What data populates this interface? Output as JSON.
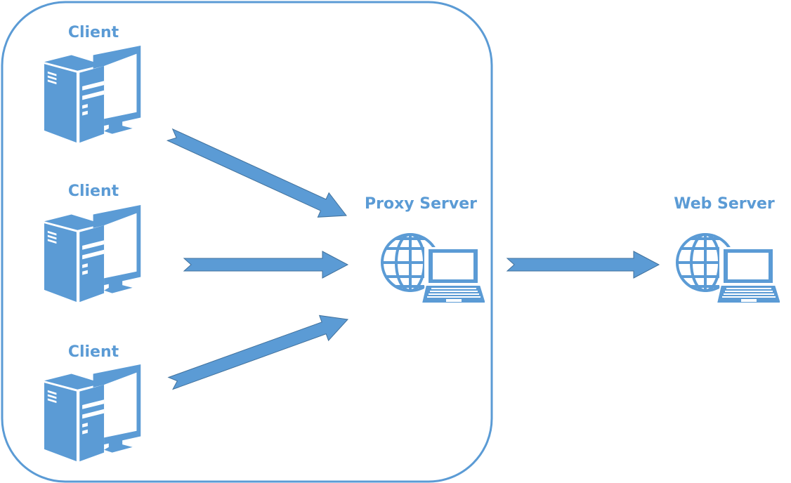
{
  "colors": {
    "primary": "#5B9BD5",
    "arrow_outline": "#41719C",
    "background": "#FFFFFF"
  },
  "nodes": {
    "clients": [
      {
        "label": "Client",
        "icon": "desktop-computer-icon"
      },
      {
        "label": "Client",
        "icon": "desktop-computer-icon"
      },
      {
        "label": "Client",
        "icon": "desktop-computer-icon"
      }
    ],
    "proxy": {
      "label": "Proxy Server",
      "icon": "globe-laptop-icon"
    },
    "web": {
      "label": "Web Server",
      "icon": "globe-laptop-icon"
    }
  },
  "edges": [
    {
      "from": "Client",
      "to": "Proxy Server"
    },
    {
      "from": "Client",
      "to": "Proxy Server"
    },
    {
      "from": "Client",
      "to": "Proxy Server"
    },
    {
      "from": "Proxy Server",
      "to": "Web Server"
    }
  ]
}
